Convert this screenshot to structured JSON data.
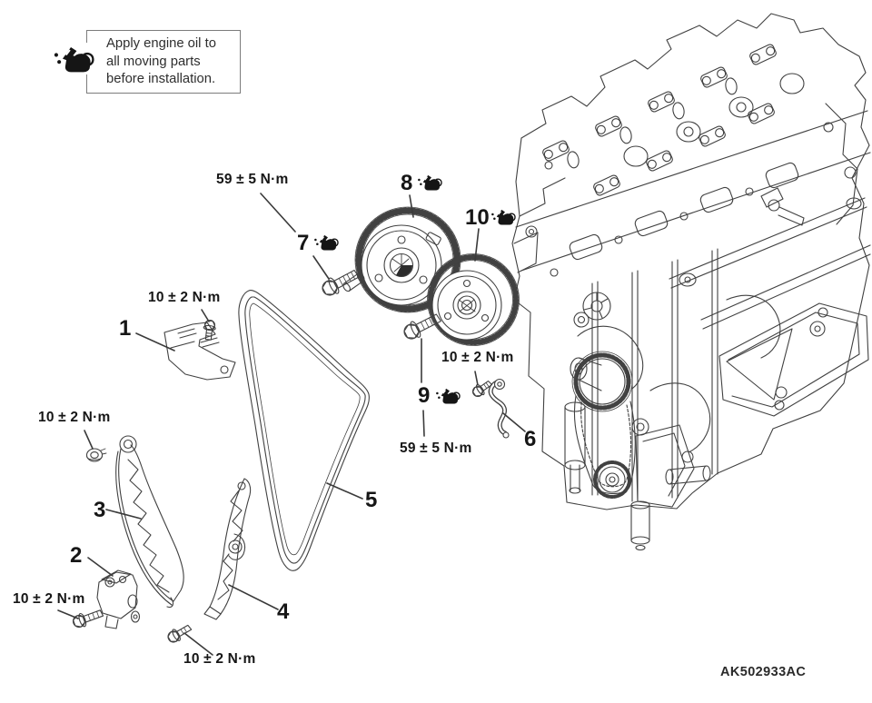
{
  "note": {
    "lines": [
      "Apply engine oil to",
      "all moving parts",
      "before installation."
    ],
    "icon": "oil-can"
  },
  "torque": {
    "t10": "10 ± 2 N·m",
    "t59": "59 ± 5 N·m"
  },
  "callouts": {
    "c1": "1",
    "c2": "2",
    "c3": "3",
    "c4": "4",
    "c5": "5",
    "c6": "6",
    "c7": "7",
    "c8": "8",
    "c9": "9",
    "c10": "10"
  },
  "part_code": "AK502933AC",
  "colors": {
    "line": "#414141",
    "leader": "#3a3a3a",
    "text": "#161616"
  },
  "icons": {
    "oil_can": "oil-can-icon"
  }
}
